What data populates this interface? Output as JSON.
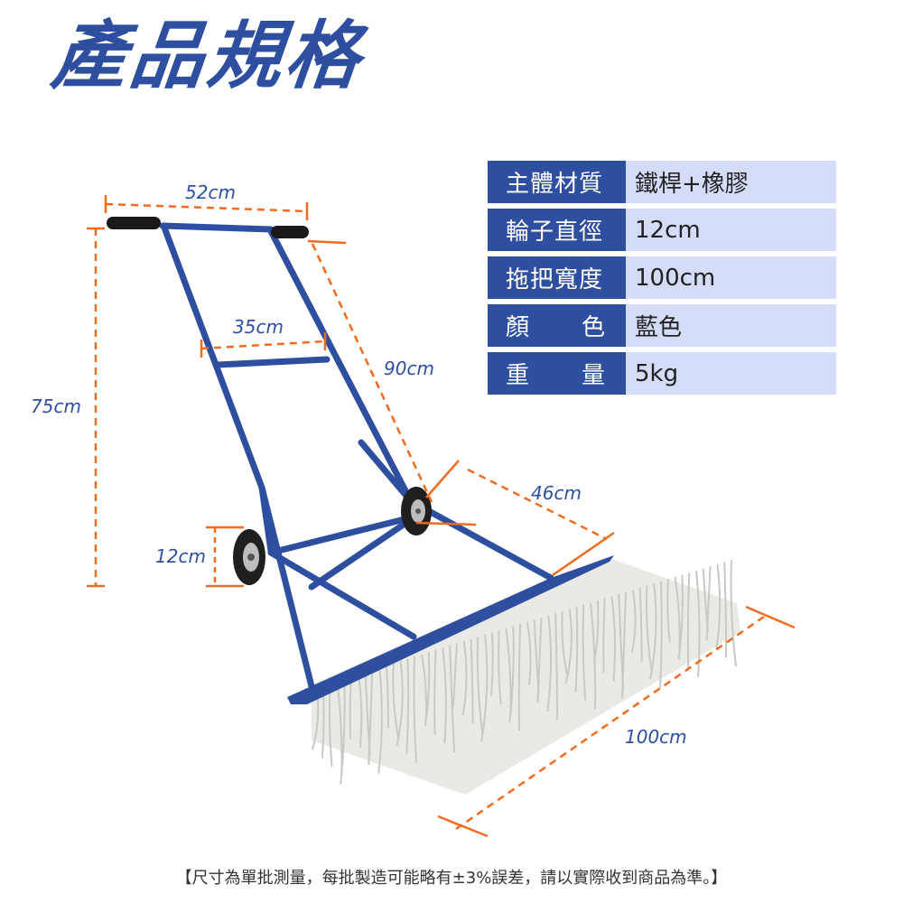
{
  "title": "產品規格",
  "specs": [
    {
      "key": "主體材質",
      "value": "鐵桿+橡膠"
    },
    {
      "key": "輪子直徑",
      "value": "12cm"
    },
    {
      "key": "拖把寬度",
      "value": "100cm"
    },
    {
      "key_a": "顏",
      "key_b": "色",
      "value": "藍色"
    },
    {
      "key_a": "重",
      "key_b": "量",
      "value": "5kg"
    }
  ],
  "dimensions": {
    "handle_width": "52cm",
    "crossbar_width": "35cm",
    "handle_length": "90cm",
    "total_height": "75cm",
    "wheel_diameter": "12cm",
    "base_depth": "46cm",
    "mop_width": "100cm"
  },
  "footer": "【尺寸為單批測量，每批製造可能略有±3%誤差，請以實際收到商品為準。】",
  "colors": {
    "brand_blue": "#2e4fa0",
    "dimension_orange": "#f26b1d",
    "spec_value_bg": "#d4dcf7"
  }
}
